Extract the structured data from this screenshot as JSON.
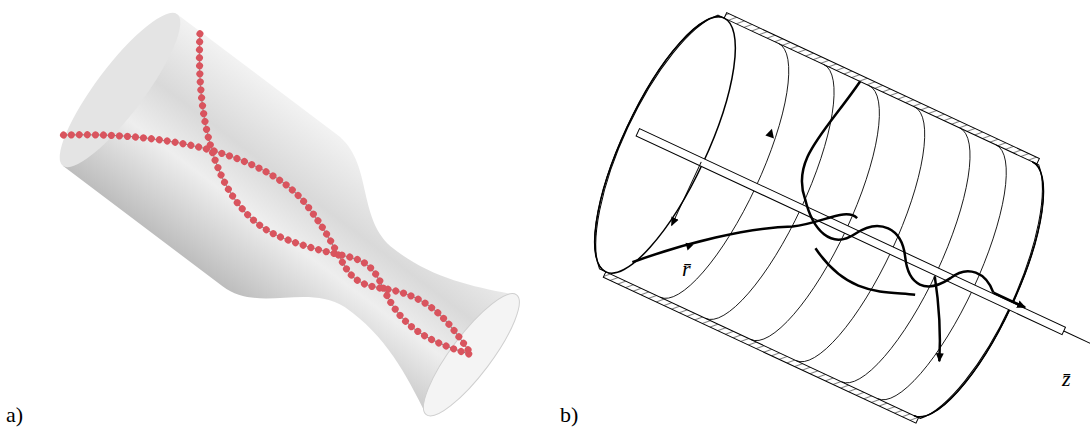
{
  "diagram": {
    "labels": [
      "a)",
      "b)",
      "r̄",
      "z̄"
    ]
  }
}
